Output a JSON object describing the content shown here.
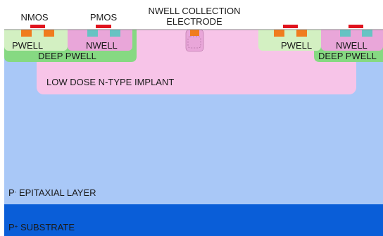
{
  "labels": {
    "nmos": "NMOS",
    "pmos": "PMOS",
    "collection_electrode_line1": "NWELL COLLECTION",
    "collection_electrode_line2": "ELECTRODE",
    "pwell_left": "PWELL",
    "nwell_left": "NWELL",
    "deep_pwell_left": "DEEP PWELL",
    "pwell_right": "PWELL",
    "nwell_right": "NWELL",
    "deep_pwell_right": "DEEP PWELL",
    "implant": "LOW DOSE N-TYPE IMPLANT",
    "epitaxial_prefix": "P",
    "epitaxial_superscript": "-",
    "epitaxial_text": " EPITAXIAL LAYER",
    "substrate_prefix": "P",
    "substrate_superscript": "+",
    "substrate_text": " SUBSTRATE"
  },
  "colors": {
    "epitaxial": "#a9c8f7",
    "substrate": "#0a5ed8",
    "pwell": "#d3f0c2",
    "deep_pwell": "#86d982",
    "nwell": "#e9a6d9",
    "implant": "#f7c4e8",
    "n_contact": "#f07c1e",
    "p_contact": "#66c3c3",
    "gate": "#e0141e"
  }
}
